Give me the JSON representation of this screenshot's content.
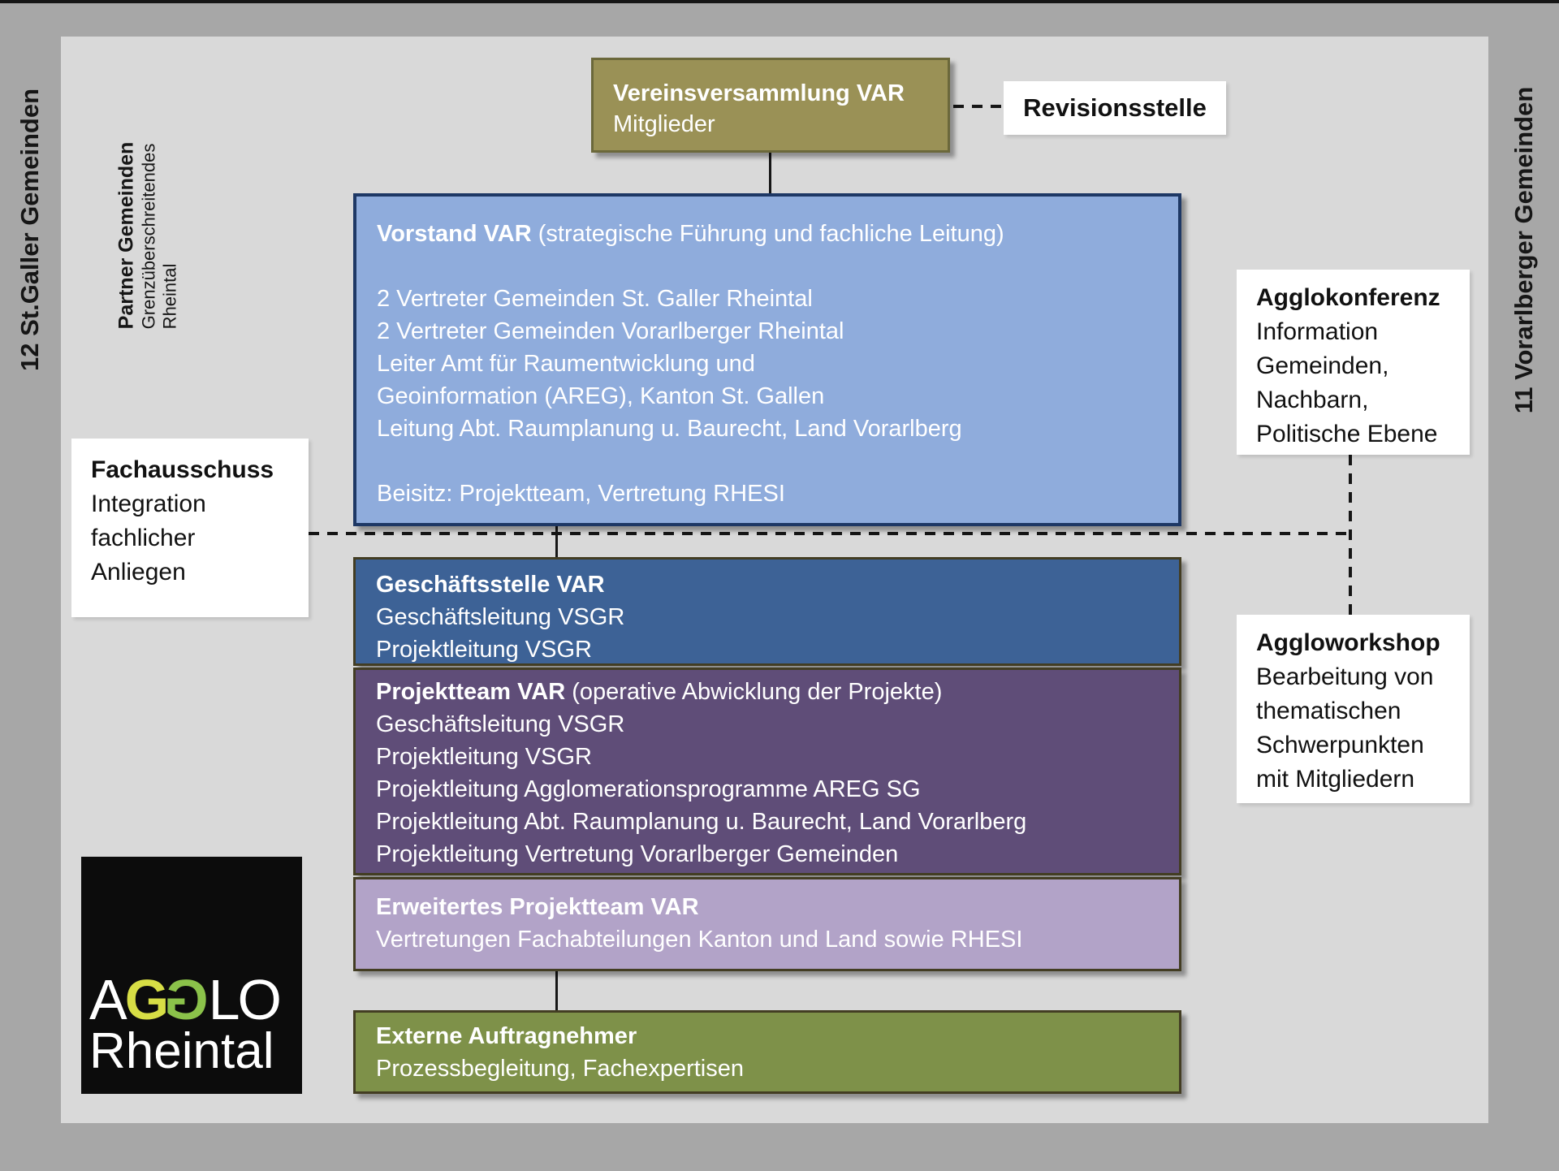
{
  "colors": {
    "frame": "#a7a7a7",
    "panel": "#d9d9d9",
    "vereinsversammlung_fill": "#9a9156",
    "vereinsversammlung_border": "#6b683b",
    "vorstand_fill": "#8facdc",
    "vorstand_border": "#1e3865",
    "geschaeftsstelle_fill": "#3d6296",
    "projektteam_fill": "#5f4d78",
    "erweitertes_fill": "#b2a3c8",
    "externe_fill": "#7e9149",
    "stack_border": "#433d23",
    "line": "#161616",
    "logo_bg": "#0c0c0c",
    "logo_g1": "#d7de45",
    "logo_g2": "#8bc24a"
  },
  "side_labels": {
    "left": "12 St.Galler Gemeinden",
    "right": "11 Vorarlberger Gemeinden"
  },
  "partner": {
    "title": "Partner Gemeinden",
    "sub1": "Grenzüberschreitendes",
    "sub2": "Rheintal"
  },
  "boxes": {
    "vereinsversammlung": {
      "title": "Vereinsversammlung VAR",
      "subtitle": "Mitglieder"
    },
    "revisionsstelle": {
      "title": "Revisionsstelle"
    },
    "vorstand": {
      "title": "Vorstand VAR",
      "title_suffix": " (strategische Führung und fachliche Leitung)",
      "members": [
        "2 Vertreter Gemeinden St. Galler Rheintal",
        "2 Vertreter Gemeinden Vorarlberger Rheintal",
        "Leiter Amt für Raumentwicklung und",
        "Geoinformation (AREG), Kanton St. Gallen",
        "Leitung Abt. Raumplanung u. Baurecht, Land Vorarlberg"
      ],
      "beisitz": "Beisitz: Projektteam, Vertretung RHESI"
    },
    "fachausschuss": {
      "title": "Fachausschuss",
      "lines": [
        "Integration",
        "fachlicher",
        "Anliegen"
      ]
    },
    "agglokonferenz": {
      "title": "Agglokonferenz",
      "lines": [
        "Information",
        "Gemeinden,",
        "Nachbarn,",
        "Politische Ebene"
      ]
    },
    "aggloworkshop": {
      "title": "Aggloworkshop",
      "lines": [
        "Bearbeitung von",
        "thematischen",
        "Schwerpunkten",
        "mit Mitgliedern"
      ]
    },
    "geschaeftsstelle": {
      "title": "Geschäftsstelle VAR",
      "lines": [
        "Geschäftsleitung VSGR",
        "Projektleitung VSGR"
      ]
    },
    "projektteam": {
      "title": "Projektteam VAR",
      "title_suffix": " (operative Abwicklung der Projekte)",
      "lines": [
        "Geschäftsleitung VSGR",
        "Projektleitung VSGR",
        "Projektleitung Agglomerationsprogramme AREG SG",
        "Projektleitung Abt. Raumplanung u. Baurecht, Land Vorarlberg",
        "Projektleitung Vertretung Vorarlberger Gemeinden"
      ]
    },
    "erweitertes_projektteam": {
      "title": "Erweitertes Projektteam VAR",
      "lines": [
        "Vertretungen Fachabteilungen Kanton und Land sowie RHESI"
      ]
    },
    "externe_auftragnehmer": {
      "title": "Externe Auftragnehmer",
      "lines": [
        "Prozessbegleitung, Fachexpertisen"
      ]
    }
  },
  "logo": {
    "a": "A",
    "g1": "G",
    "g2": "G",
    "lo": "LO",
    "line2": "Rheintal"
  }
}
